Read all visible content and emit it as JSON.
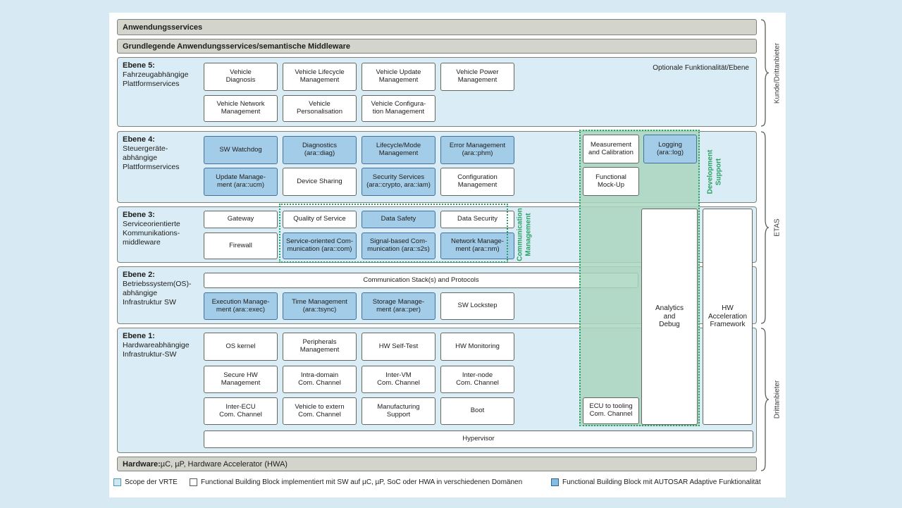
{
  "bars": {
    "applications": "Anwendungsservices",
    "middleware": "Grundlegende Anwendungsservices/semantische Middleware",
    "hardware_bold": "Hardware:",
    "hardware_rest": " µC, µP, Hardware Accelerator (HWA)"
  },
  "layer5": {
    "title": "Ebene 5:",
    "subtitle": "Fahrzeugabhängige\nPlattformservices",
    "note": "Optionale Funktionalität/Ebene",
    "boxes": [
      "Vehicle\nDiagnosis",
      "Vehicle Lifecycle\nManagement",
      "Vehicle Update\nManagement",
      "Vehicle Power\nManagement",
      "Vehicle Network\nManagement",
      "Vehicle\nPersonalisation",
      "Vehicle Configura-\ntion Management"
    ]
  },
  "layer4": {
    "title": "Ebene 4:",
    "subtitle": "Steuergeräte-\nabhängige\nPlattformservices",
    "dev_support_label": "Development\nSupport",
    "measurement": "Measurement\nand Calibration",
    "logging": "Logging\n(ara::log)",
    "mockup": "Functional\nMock-Up",
    "boxes": [
      "SW Watchdog",
      "Diagnostics\n(ara::diag)",
      "Lifecycle/Mode\nManagement",
      "Error Management\n(ara::phm)",
      "Update Manage-\nment (ara::ucm)",
      "Device Sharing",
      "Security Services\n(ara::crypto, ara::iam)",
      "Configuration\nManagement"
    ]
  },
  "layer3": {
    "title": "Ebene 3:",
    "subtitle": "Serviceorientierte\nKommunikations-\nmiddleware",
    "comm_mgmt_label": "Communication\nManagement",
    "boxes": [
      "Gateway",
      "Quality of Service",
      "Data Safety",
      "Data Security",
      "Firewall",
      "Service-oriented Com-\nmunication (ara::com)",
      "Signal-based Com-\nmunication (ara::s2s)",
      "Network Manage-\nment (ara::nm)"
    ]
  },
  "layer2": {
    "title": "Ebene 2:",
    "subtitle": "Betriebssystem(OS)-\nabhängige\nInfrastruktur SW",
    "stack_bar": "Communication Stack(s) and Protocols",
    "boxes": [
      "Execution Manage-\nment (ara::exec)",
      "Time Management\n(ara::tsync)",
      "Storage Manage-\nment (ara::per)",
      "SW Lockstep"
    ]
  },
  "layer1": {
    "title": "Ebene 1:",
    "subtitle": "Hardwareabhängige\nInfrastruktur-SW",
    "ecu_tooling": "ECU to tooling\nCom. Channel",
    "hypervisor": "Hypervisor",
    "boxes": [
      "OS kernel",
      "Peripherals\nManagement",
      "HW Self-Test",
      "HW Monitoring",
      "Secure HW\nManagement",
      "Intra-domain\nCom. Channel",
      "Inter-VM\nCom. Channel",
      "Inter-node\nCom. Channel",
      "Inter-ECU\nCom. Channel",
      "Vehicle to extern\nCom. Channel",
      "Manufacturing\nSupport",
      "Boot"
    ]
  },
  "columns": {
    "analytics": "Analytics\nand\nDebug",
    "hw_accel": "HW\nAcceleration\nFramework"
  },
  "margin_labels": {
    "top": "Kunde/Drittanbieter",
    "middle": "ETAS",
    "bottom": "Drittanbieter"
  },
  "legend": {
    "scope": "Scope der VRTE",
    "white": "Functional Building Block implementiert mit SW auf µC, µP, SoC oder HWA in verschiedenen Domänen",
    "blue": "Functional Building Block mit AUTOSAR Adaptive Funktionalität"
  },
  "colors": {
    "page_bg": "#d7eaf3",
    "row_bg": "#daecf5",
    "gray_bar": "#d3d5cc",
    "blue_box": "#a3cce8",
    "blue_box_border": "#41719b",
    "green_fill": "#b9dcc9",
    "green_accent": "#2aa263"
  }
}
